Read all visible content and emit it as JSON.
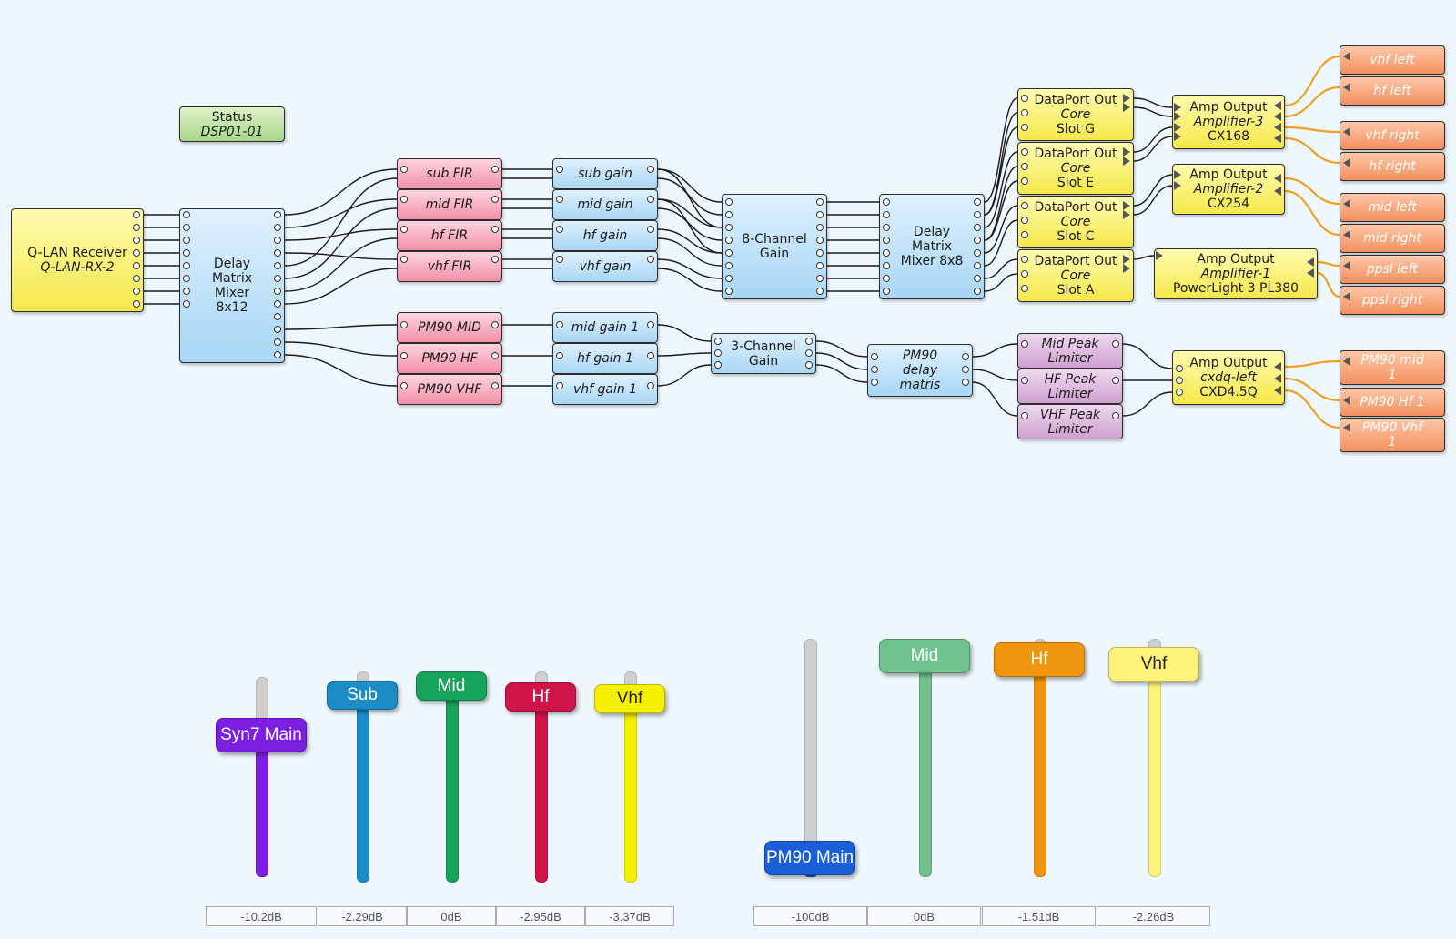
{
  "blocks": {
    "status": {
      "line1": "Status",
      "line2": "DSP01-01"
    },
    "qlan": {
      "line1": "Q-LAN Receiver",
      "line2": "Q-LAN-RX-2"
    },
    "mixer812": {
      "line1": "Delay",
      "line2": "Matrix",
      "line3": "Mixer",
      "line4": "8x12"
    },
    "sub_fir": "sub FIR",
    "mid_fir": "mid FIR",
    "hf_fir": "hf FIR",
    "vhf_fir": "vhf FIR",
    "sub_gain": "sub gain",
    "mid_gain": "mid gain",
    "hf_gain": "hf gain",
    "vhf_gain": "vhf gain",
    "gain8": {
      "line1": "8-Channel",
      "line2": "Gain"
    },
    "mixer88": {
      "line1": "Delay",
      "line2": "Matrix",
      "line3": "Mixer 8x8"
    },
    "dp_g": {
      "line1": "DataPort Out",
      "line2": "Core",
      "line3": "Slot G"
    },
    "dp_e": {
      "line1": "DataPort Out",
      "line2": "Core",
      "line3": "Slot E"
    },
    "dp_c": {
      "line1": "DataPort Out",
      "line2": "Core",
      "line3": "Slot C"
    },
    "dp_a": {
      "line1": "DataPort Out",
      "line2": "Core",
      "line3": "Slot A"
    },
    "amp3": {
      "line1": "Amp Output",
      "line2": "Amplifier-3",
      "line3": "CX168"
    },
    "amp2": {
      "line1": "Amp Output",
      "line2": "Amplifier-2",
      "line3": "CX254"
    },
    "amp1": {
      "line1": "Amp Output",
      "line2": "Amplifier-1",
      "line3": "PowerLight 3 PL380"
    },
    "pm90_mid": "PM90 MID",
    "pm90_hf": "PM90 HF",
    "pm90_vhf": "PM90 VHF",
    "mid_gain1": "mid gain 1",
    "hf_gain1": "hf gain 1",
    "vhf_gain1": "vhf gain 1",
    "gain3": {
      "line1": "3-Channel",
      "line2": "Gain"
    },
    "pm90_delay": {
      "line1": "PM90",
      "line2": "delay",
      "line3": "matris"
    },
    "mid_lim": {
      "line1": "Mid Peak",
      "line2": "Limiter"
    },
    "hf_lim": {
      "line1": "HF Peak",
      "line2": "Limiter"
    },
    "vhf_lim": {
      "line1": "VHF Peak",
      "line2": "Limiter"
    },
    "amp_cxdq": {
      "line1": "Amp Output",
      "line2": "cxdq-left",
      "line3": "CXD4.5Q"
    },
    "out_vhf_left": "vhf left",
    "out_hf_left": "hf left",
    "out_vhf_right": "vhf right",
    "out_hf_right": "hf right",
    "out_mid_left": "mid left",
    "out_mid_right": "mid right",
    "out_ppsl_left": "ppsl left",
    "out_ppsl_right": "ppsl right",
    "out_pm90_mid1": {
      "line1": "PM90 mid",
      "line2": "1"
    },
    "out_pm90_hf1": "PM90 Hf 1",
    "out_pm90_vhf1": {
      "line1": "PM90 Vhf",
      "line2": "1"
    }
  },
  "faders": [
    {
      "label": "Syn7 Main",
      "readout": "-10.2dB",
      "color": "#7d1fe0",
      "fraction": 0.75
    },
    {
      "label": "Sub",
      "readout": "-2.29dB",
      "color": "#1b8cc6",
      "fraction": 0.95
    },
    {
      "label": "Mid",
      "readout": "0dB",
      "color": "#16a35a",
      "fraction": 1.0
    },
    {
      "label": "Hf",
      "readout": "-2.95dB",
      "color": "#d0144a",
      "fraction": 0.94
    },
    {
      "label": "Vhf",
      "readout": "-3.37dB",
      "color": "#f5f000",
      "fraction": 0.93
    },
    {
      "label": "PM90 Main",
      "readout": "-100dB",
      "color": "#1a5fd8",
      "fraction": 0.0
    },
    {
      "label": "Mid",
      "readout": "0dB",
      "color": "#6fc28e",
      "fraction": 1.0
    },
    {
      "label": "Hf",
      "readout": "-1.51dB",
      "color": "#f0960e",
      "fraction": 0.98
    },
    {
      "label": "Vhf",
      "readout": "-2.26dB",
      "color": "#fff27a",
      "fraction": 0.96
    }
  ]
}
